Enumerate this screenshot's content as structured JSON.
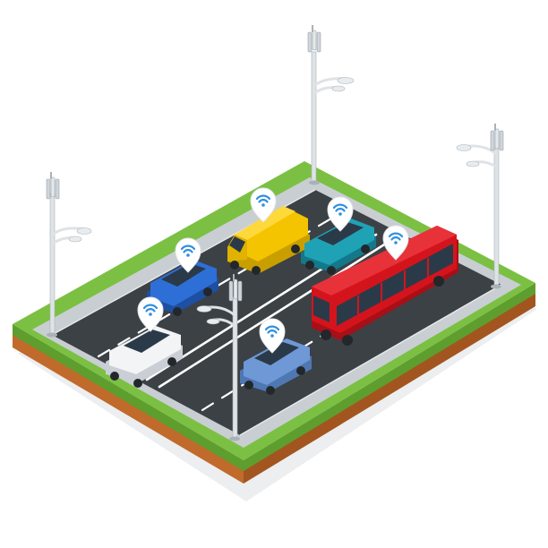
{
  "scene": {
    "subject": "isometric-smart-road",
    "colors": {
      "background": "#ffffff",
      "grass_top": "#7bc043",
      "grass_side": "#5e9e2f",
      "soil_side": "#c06a2b",
      "soil_side_dark": "#a3551f",
      "sidewalk": "#c9ced3",
      "sidewalk_side": "#9ea6ad",
      "asphalt": "#3c4146",
      "asphalt_side": "#2a2e32",
      "lane_line": "#ffffff",
      "pole": "#dfe3e6",
      "pole_shade": "#aab2b8",
      "antenna": "#cfd5da",
      "pin": "#ffffff",
      "wifi": "#2f8fe0",
      "shadow": "#e4e6e8",
      "van": "#f5c400",
      "car_teal": "#1fa2b5",
      "car_blue": "#2d6fd6",
      "car_white": "#f2f4f5",
      "car_lightblue": "#6f98d6",
      "bus": "#d4141c",
      "window": "#2b3a49"
    },
    "vehicles": [
      {
        "kind": "van",
        "color": "van"
      },
      {
        "kind": "suv",
        "color": "car_teal"
      },
      {
        "kind": "hatchback",
        "color": "car_blue"
      },
      {
        "kind": "bus",
        "color": "bus"
      },
      {
        "kind": "suv",
        "color": "car_white"
      },
      {
        "kind": "hatchback",
        "color": "car_lightblue"
      }
    ],
    "icons": {
      "wifi_pin": "wifi-pin-icon",
      "cell_tower": "cell-antenna-icon",
      "street_lamp": "street-lamp-icon"
    }
  }
}
